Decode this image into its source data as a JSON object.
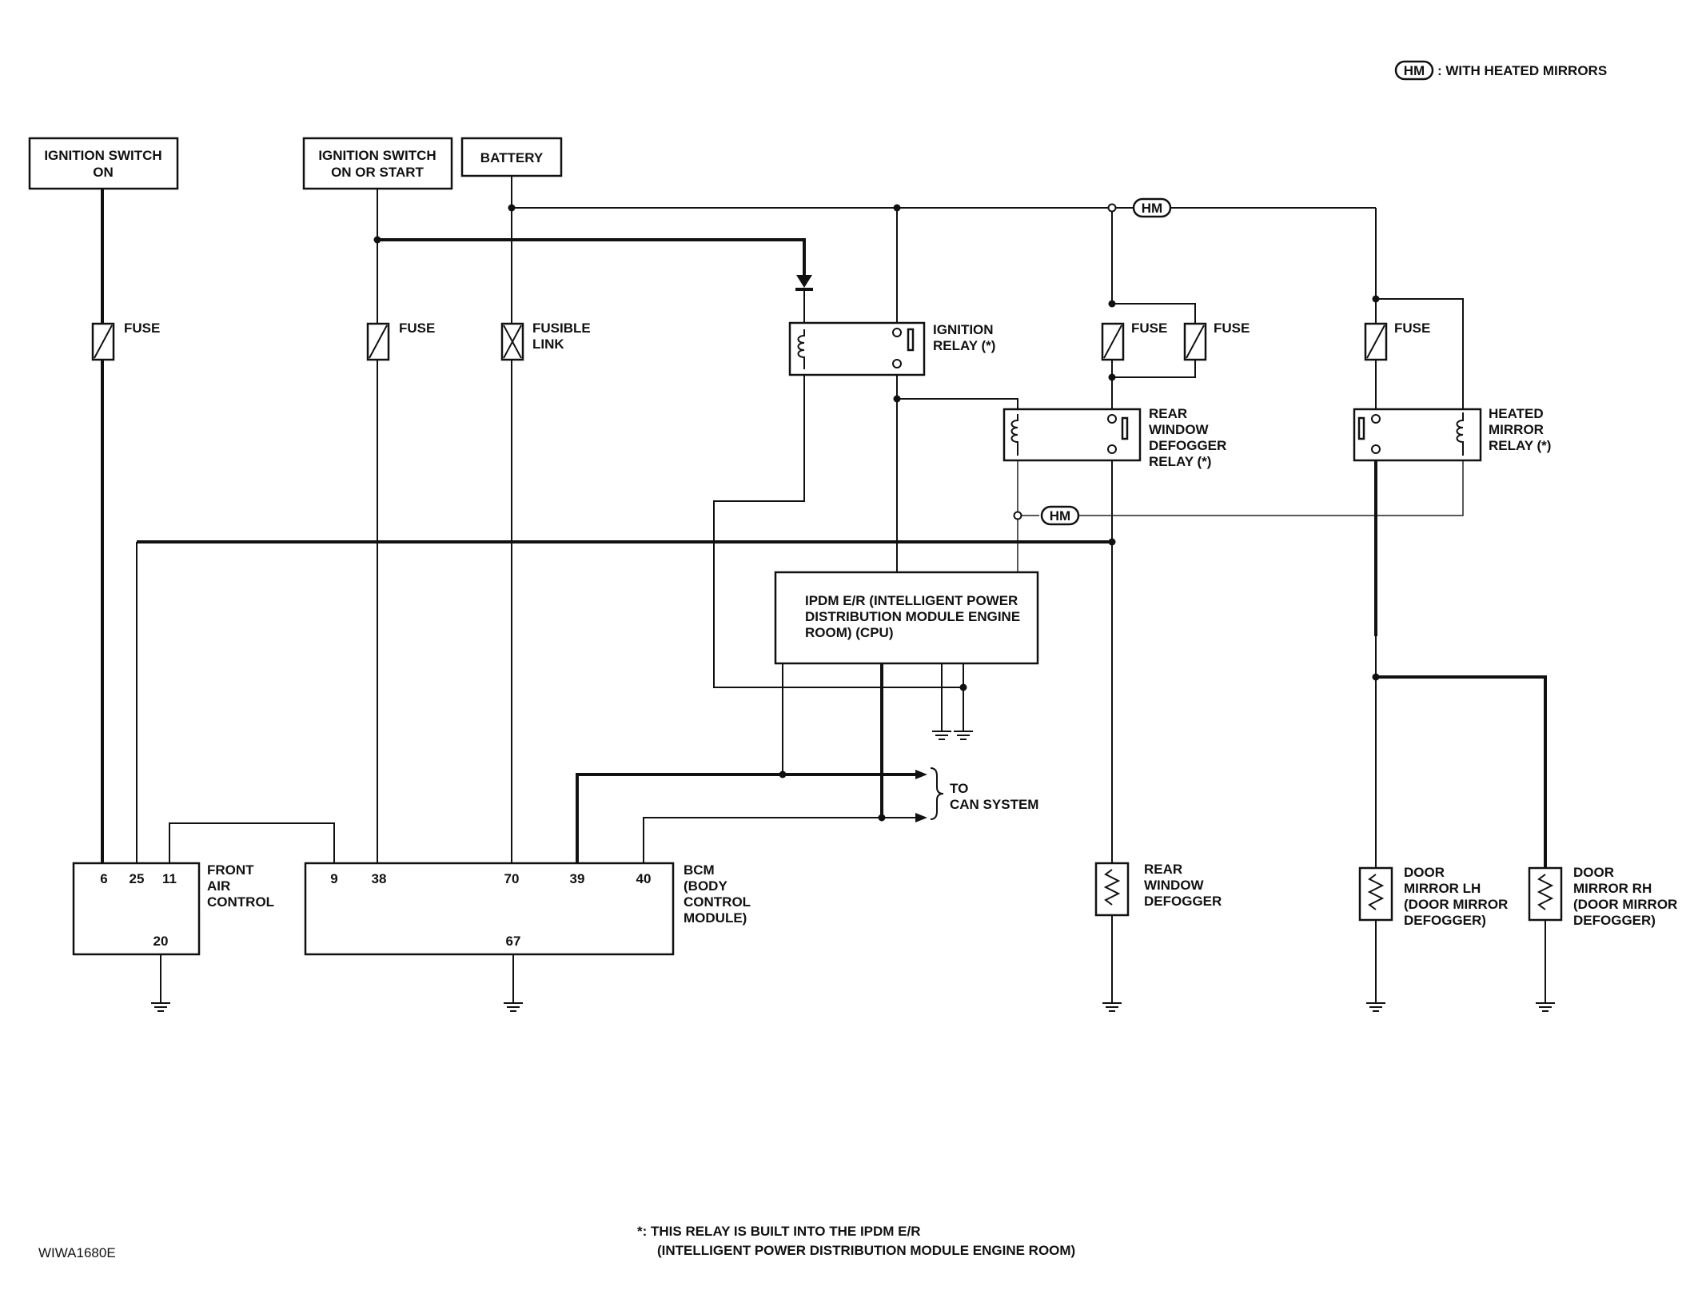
{
  "legend": {
    "badge": "HM",
    "text": ": WITH HEATED MIRRORS"
  },
  "sources": {
    "ign_on_l1": "IGNITION SWITCH",
    "ign_on_l2": "ON",
    "ign_start_l1": "IGNITION SWITCH",
    "ign_start_l2": "ON OR START",
    "battery": "BATTERY"
  },
  "fuses": {
    "fuse": "FUSE",
    "fusible_l1": "FUSIBLE",
    "fusible_l2": "LINK"
  },
  "relays": {
    "ignition_l1": "IGNITION",
    "ignition_l2": "RELAY (*)",
    "rear_l1": "REAR",
    "rear_l2": "WINDOW",
    "rear_l3": "DEFOGGER",
    "rear_l4": "RELAY (*)",
    "heated_l1": "HEATED",
    "heated_l2": "MIRROR",
    "heated_l3": "RELAY (*)"
  },
  "hm_badge": "HM",
  "ipdm": {
    "l1": "IPDM E/R (INTELLIGENT POWER",
    "l2": "DISTRIBUTION MODULE ENGINE",
    "l3": "ROOM) (CPU)"
  },
  "can": {
    "l1": "TO",
    "l2": "CAN SYSTEM"
  },
  "front_air": {
    "l1": "FRONT",
    "l2": "AIR",
    "l3": "CONTROL",
    "pins": {
      "p6": "6",
      "p25": "25",
      "p11": "11",
      "p20": "20"
    }
  },
  "bcm": {
    "l1": "BCM",
    "l2": "(BODY",
    "l3": "CONTROL",
    "l4": "MODULE)",
    "pins": {
      "p9": "9",
      "p38": "38",
      "p70": "70",
      "p39": "39",
      "p40": "40",
      "p67": "67"
    }
  },
  "loads": {
    "rear_l1": "REAR",
    "rear_l2": "WINDOW",
    "rear_l3": "DEFOGGER",
    "lh_l1": "DOOR",
    "lh_l2": "MIRROR LH",
    "lh_l3": "(DOOR MIRROR",
    "lh_l4": "DEFOGGER)",
    "rh_l1": "DOOR",
    "rh_l2": "MIRROR RH",
    "rh_l3": "(DOOR MIRROR",
    "rh_l4": "DEFOGGER)"
  },
  "footnote": {
    "l1": "*: THIS RELAY IS BUILT INTO THE IPDM E/R",
    "l2": "(INTELLIGENT POWER DISTRIBUTION MODULE ENGINE ROOM)"
  },
  "code": "WIWA1680E"
}
